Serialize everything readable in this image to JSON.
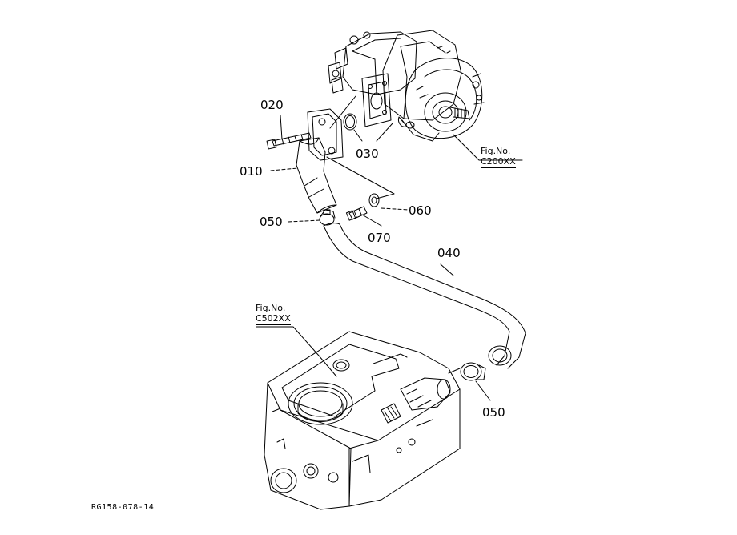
{
  "drawing": {
    "reference": "RG158-078-14",
    "stroke_color": "#000000",
    "background_color": "#ffffff"
  },
  "figure_refs": {
    "pump": {
      "prefix": "Fig.No.",
      "code": "C200XX"
    },
    "valve": {
      "prefix": "Fig.No.",
      "code": "C502XX"
    }
  },
  "callouts": {
    "p010": "010",
    "p020": "020",
    "p030": "030",
    "p040": "040",
    "p050_upper": "050",
    "p050_lower": "050",
    "p060": "060",
    "p070": "070"
  }
}
